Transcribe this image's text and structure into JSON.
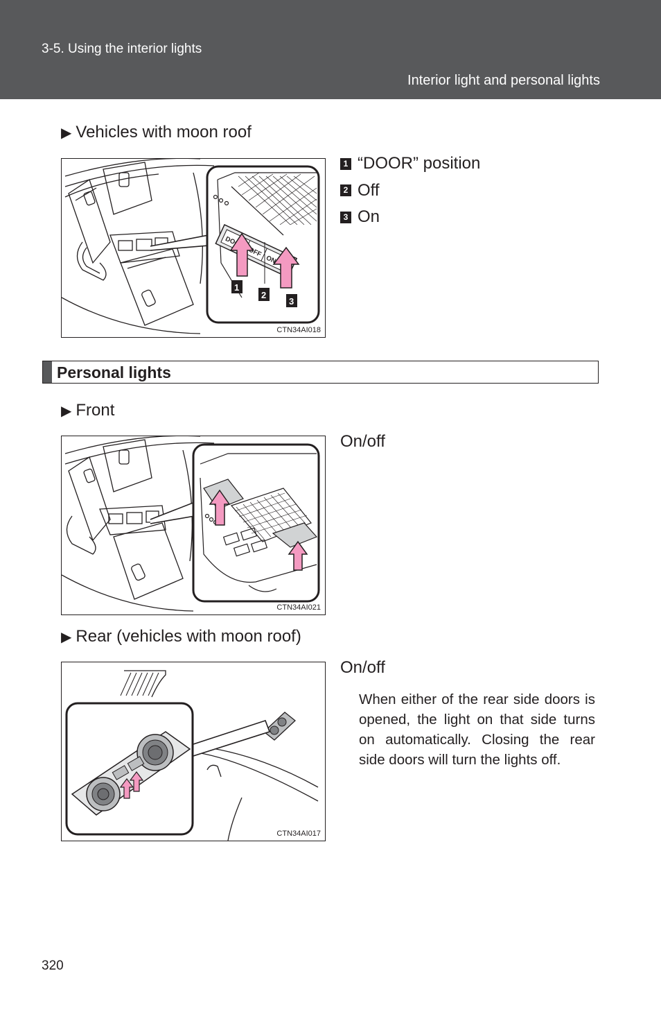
{
  "header": {
    "chapter": "3-5. Using the interior lights",
    "section": "Interior light and personal lights"
  },
  "moon_roof": {
    "subheading": "Vehicles with moon roof",
    "figure_code": "CTN34AI018",
    "switch_labels": [
      "DOOR",
      "OFF",
      "ON"
    ],
    "legend": [
      {
        "badge": "1",
        "label": "“DOOR” position"
      },
      {
        "badge": "2",
        "label": "Off"
      },
      {
        "badge": "3",
        "label": "On"
      }
    ]
  },
  "personal_lights": {
    "title": "Personal lights",
    "front": {
      "subheading": "Front",
      "figure_code": "CTN34AI021",
      "caption": "On/off"
    },
    "rear": {
      "subheading": "Rear (vehicles with moon roof)",
      "figure_code": "CTN34AI017",
      "caption": "On/off",
      "description": "When either of the rear side doors is opened, the light on that side turns on automatically. Closing the rear side doors will turn the lights off."
    }
  },
  "page_number": "320",
  "colors": {
    "header_bg": "#58595b",
    "arrow_fill": "#f49ac1",
    "text": "#231f20"
  }
}
